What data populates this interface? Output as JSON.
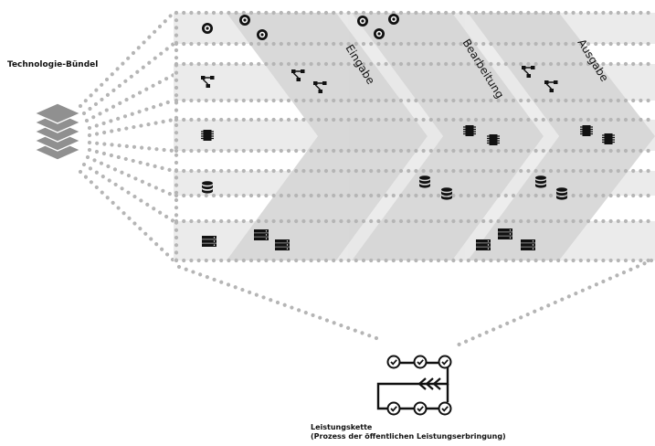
{
  "labels": {
    "bundle": "Technologie-Bündel",
    "chain_title": "Leistungskette",
    "chain_subtitle": "(Prozess der öffentlichen Leistungserbringung)"
  },
  "phases": [
    "Eingabe",
    "Bearbeitung",
    "Ausgabe"
  ],
  "technology_rows": [
    {
      "id": "storage-media",
      "icon": "disc-icon"
    },
    {
      "id": "network",
      "icon": "network-nodes-icon"
    },
    {
      "id": "processor",
      "icon": "chip-icon"
    },
    {
      "id": "database",
      "icon": "database-icon"
    },
    {
      "id": "server",
      "icon": "server-rack-icon"
    }
  ],
  "colors": {
    "grid_dots": "#b5b5b5",
    "row_band": "#ebebeb",
    "chevron": "#d6d6d6",
    "icon": "#111111"
  }
}
